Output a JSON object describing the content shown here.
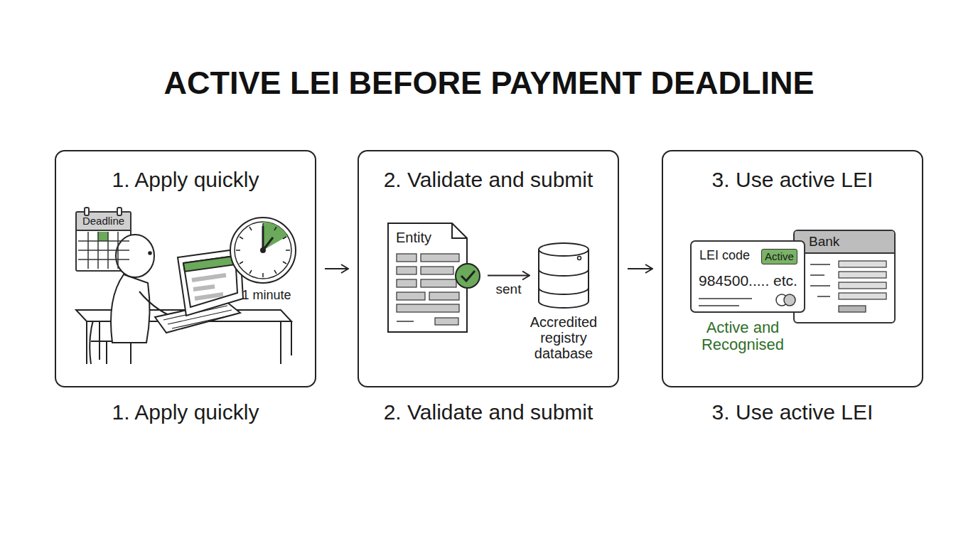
{
  "diagram": {
    "title": "ACTIVE LEI BEFORE PAYMENT DEADLINE",
    "nodes": [
      {
        "text": [
          "1. Apply quickly",
          "1. Apply quickly"
        ]
      },
      {
        "text": [
          "Deadline"
        ],
        "in": 0
      },
      {
        "text": [
          "2. Validate and submit",
          "2. Validate and submit"
        ]
      },
      {
        "text": [
          "Entity"
        ],
        "in": 2
      },
      {
        "text": [
          "Accredited registry database"
        ],
        "in": 2
      },
      {
        "text": [
          "3. Use active LEI",
          "3. Use active LEI"
        ]
      },
      {
        "text": [
          "LEI code",
          "984500..... etc."
        ],
        "in": 5
      },
      {
        "text": [
          "Active"
        ],
        "in": 6
      },
      {
        "text": [
          "Bank"
        ],
        "in": 5
      }
    ],
    "edges": [
      {
        "from": 0,
        "to": 2,
        "arrow": "to"
      },
      {
        "from": 2,
        "to": 5,
        "arrow": "to"
      },
      {
        "from": 3,
        "to": 4,
        "label": "sent",
        "arrow": "to"
      }
    ],
    "labels": [
      "1 minute",
      "Active and Recognised"
    ]
  }
}
